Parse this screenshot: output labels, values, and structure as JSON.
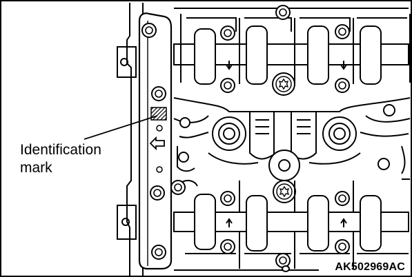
{
  "callout": {
    "line1": "Identification",
    "line2": "mark"
  },
  "figure_code": "AK502969AC",
  "colors": {
    "ink": "#000000",
    "paper": "#ffffff",
    "hatch": "#000000"
  },
  "icons": [
    "bolt-icon",
    "arrow-left-icon",
    "arrow-up-icon",
    "arrow-down-icon",
    "torx-icon"
  ]
}
